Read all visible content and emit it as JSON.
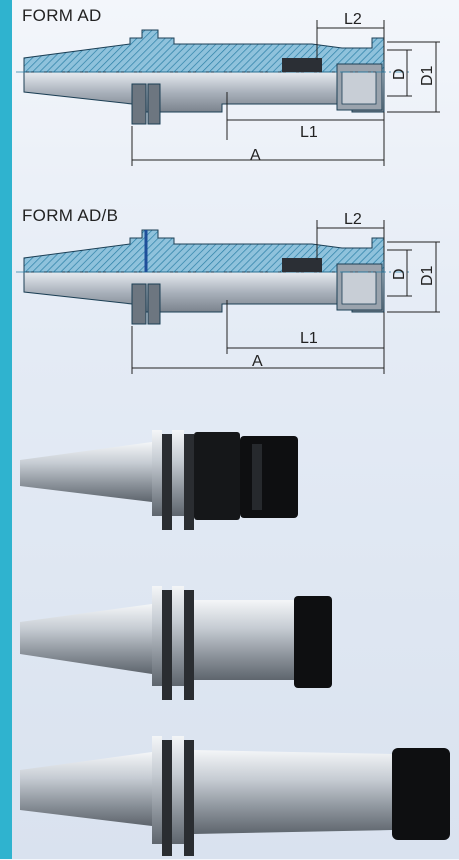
{
  "section_a": {
    "title": "FORM AD",
    "dims": {
      "l2": "L2",
      "l1": "L1",
      "a": "A",
      "d": "D",
      "d1": "D1"
    }
  },
  "section_b": {
    "title": "FORM AD/B",
    "dims": {
      "l2": "L2",
      "l1": "L1",
      "a": "A",
      "d": "D",
      "d1": "D1"
    }
  },
  "photos": [
    {
      "name": "toolholder-short"
    },
    {
      "name": "toolholder-medium"
    },
    {
      "name": "toolholder-long"
    }
  ],
  "colors": {
    "accent": "#2fb3cf",
    "hatch": "#2a8fb0",
    "body": "#b9c1cb",
    "nut": "#111111"
  }
}
